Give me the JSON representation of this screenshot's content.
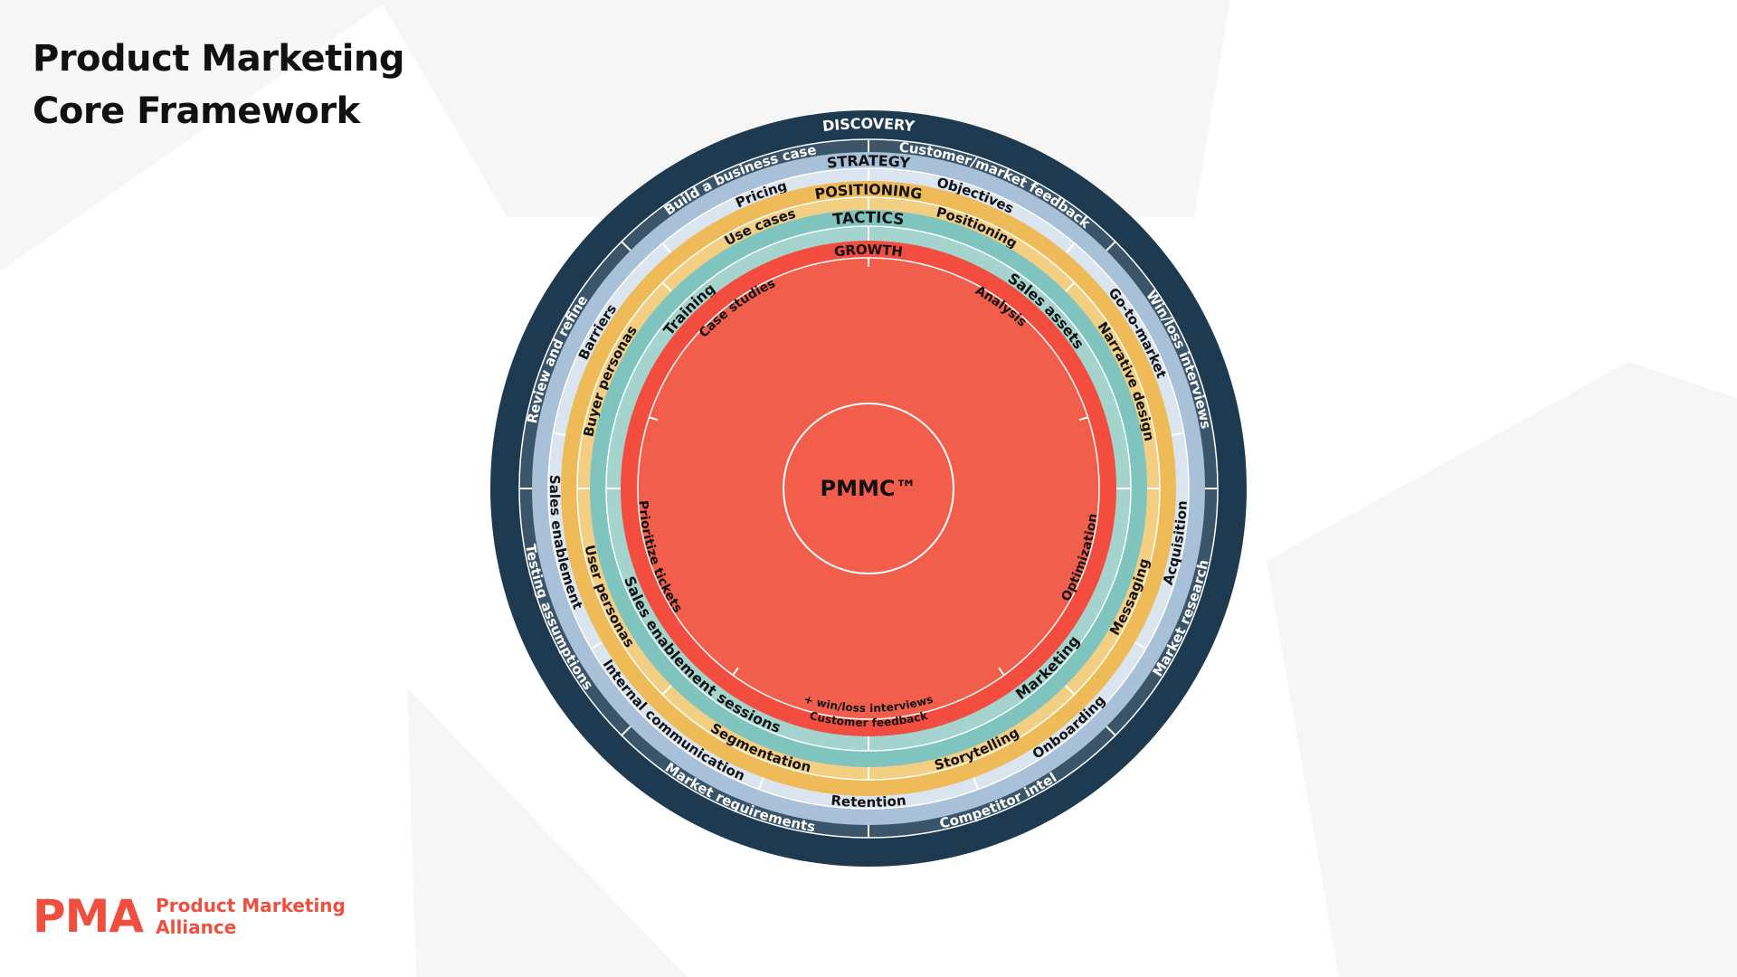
{
  "title": {
    "line1": "Product Marketing",
    "line2": "Core Framework"
  },
  "brand": {
    "mark": "PMA",
    "line1": "Product Marketing",
    "line2": "Alliance"
  },
  "colors": {
    "background_shape": "#f6f6f6",
    "discovery_band": "#1e3a51",
    "discovery_seg": "#3a5569",
    "discovery_text": "#ffffff",
    "strategy_band": "#a9c0d9",
    "strategy_seg": "#dae5f0",
    "positioning_band": "#eebb58",
    "positioning_seg": "#f3cf84",
    "tactics_band": "#7fc4be",
    "tactics_seg": "#a5d4cf",
    "growth_band": "#f24d3f",
    "growth_seg": "#f15f4c",
    "core": "#f25d4c",
    "brand": "#f04e3e",
    "ring_text": "#111111"
  },
  "center": {
    "label": "PMMC™"
  },
  "rings": [
    {
      "key": "discovery",
      "label": "DISCOVERY",
      "label_color": "#ffffff",
      "segments": [
        "Customer/market feedback",
        "Win/loss interviews",
        "Market research",
        "Competitor intel",
        "Market requirements",
        "Testing assumptions",
        "Review and refine",
        "Build a business case"
      ]
    },
    {
      "key": "strategy",
      "label": "STRATEGY",
      "label_color": "#111111",
      "segments": [
        "Objectives",
        "Go-to-market",
        "Acquisition",
        "Onboarding",
        "Retention",
        "Internal communication",
        "Sales enablement",
        "Barriers",
        "Pricing"
      ]
    },
    {
      "key": "positioning",
      "label": "POSITIONING",
      "label_color": "#111111",
      "segments": [
        "Positioning",
        "Narrative design",
        "Messaging",
        "Storytelling",
        "Segmentation",
        "User personas",
        "Buyer personas",
        "Use cases"
      ]
    },
    {
      "key": "tactics",
      "label": "TACTICS",
      "label_color": "#111111",
      "segments": [
        "Sales assets",
        "Marketing",
        "Sales enablement sessions",
        "Training"
      ]
    },
    {
      "key": "growth",
      "label": "GROWTH",
      "label_color": "#111111",
      "segments": [
        "Analysis",
        "Optimization",
        "Customer feedback",
        "Prioritize tickets",
        "Case studies"
      ],
      "multiline": {
        "Customer feedback": [
          "Customer feedback",
          "+ win/loss interviews"
        ]
      }
    }
  ]
}
